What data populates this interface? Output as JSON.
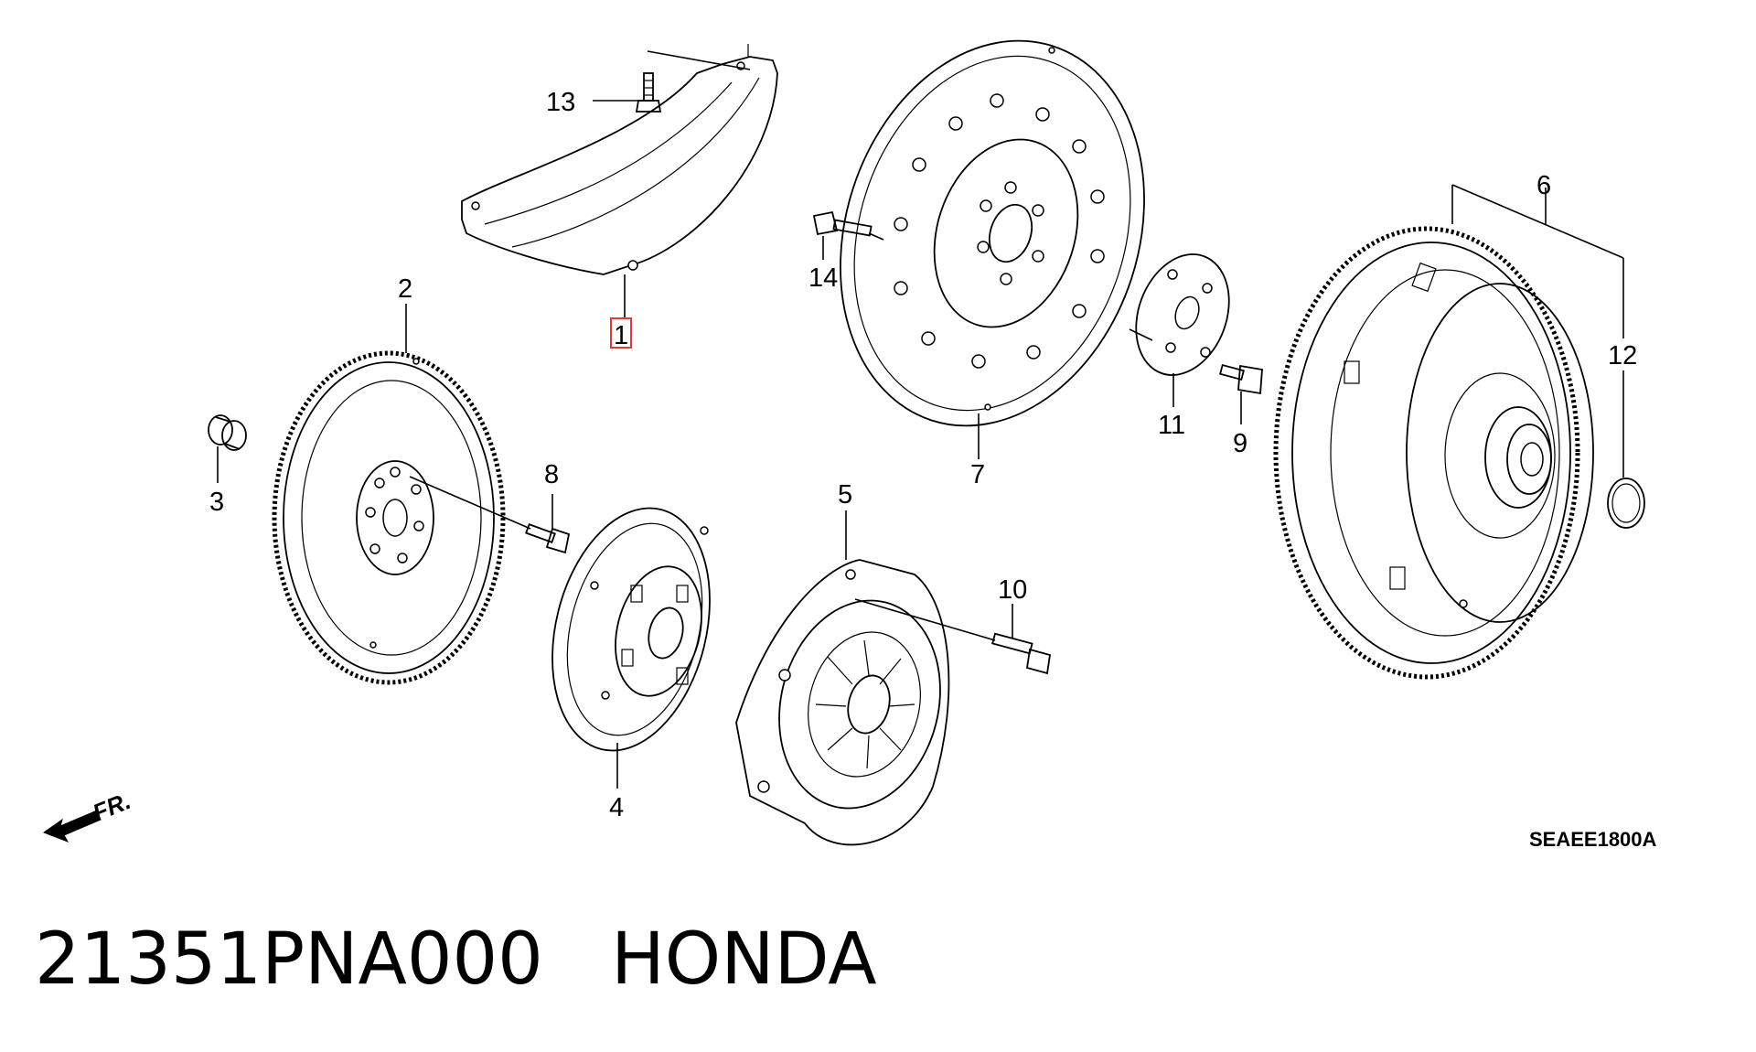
{
  "diagram": {
    "callouts": [
      {
        "id": "1",
        "label": "1",
        "highlighted": true
      },
      {
        "id": "2",
        "label": "2"
      },
      {
        "id": "3",
        "label": "3"
      },
      {
        "id": "4",
        "label": "4"
      },
      {
        "id": "5",
        "label": "5"
      },
      {
        "id": "6",
        "label": "6"
      },
      {
        "id": "7",
        "label": "7"
      },
      {
        "id": "8",
        "label": "8"
      },
      {
        "id": "9",
        "label": "9"
      },
      {
        "id": "10",
        "label": "10"
      },
      {
        "id": "11",
        "label": "11"
      },
      {
        "id": "12",
        "label": "12"
      },
      {
        "id": "13",
        "label": "13"
      },
      {
        "id": "14",
        "label": "14"
      }
    ],
    "front_indicator": "FR.",
    "diagram_code": "SEAEE1800A",
    "highlight_color": "#e23a3a"
  },
  "footer": {
    "part_number": "21351PNA000",
    "brand": "HONDA"
  }
}
